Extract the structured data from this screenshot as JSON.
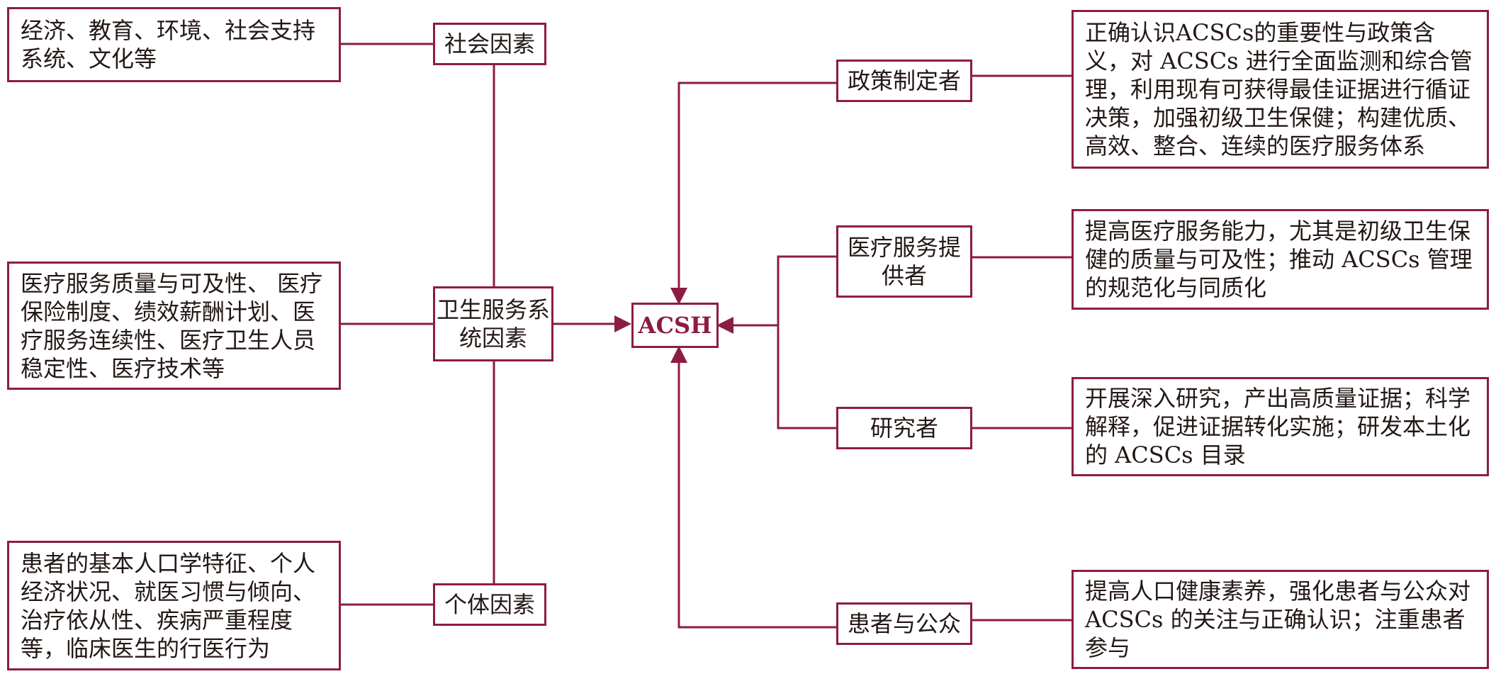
{
  "colors": {
    "accent": "#8c1d40",
    "text": "#231816",
    "background": "#ffffff"
  },
  "center": {
    "label": "ACSH"
  },
  "factors": {
    "social": {
      "label": "社会因素",
      "desc": "经济、教育、环境、社会支持系统、文化等"
    },
    "health_system": {
      "label": "卫生服务系统因素",
      "desc": "医疗服务质量与可及性、 医疗保险制度、绩效薪酬计划、医疗服务连续性、医疗卫生人员稳定性、医疗技术等"
    },
    "individual": {
      "label": "个体因素",
      "desc": "患者的基本人口学特征、个人经济状况、就医习惯与倾向、治疗依从性、疾病严重程度等，临床医生的行医行为"
    }
  },
  "actors": {
    "policy_makers": {
      "label": "政策制定者",
      "desc": "正确认识ACSCs的重要性与政策含义，对 ACSCs 进行全面监测和综合管理，利用现有可获得最佳证据进行循证决策，加强初级卫生保健；构建优质、高效、整合、连续的医疗服务体系"
    },
    "providers": {
      "label": "医疗服务提供者",
      "desc": "提高医疗服务能力，尤其是初级卫生保健的质量与可及性；推动 ACSCs 管理的规范化与同质化"
    },
    "researchers": {
      "label": "研究者",
      "desc": "开展深入研究，产出高质量证据；科学解释，促进证据转化实施；研发本土化的 ACSCs 目录"
    },
    "patients_public": {
      "label": "患者与公众",
      "desc": "提高人口健康素养，强化患者与公众对 ACSCs 的关注与正确认识；注重患者参与"
    }
  }
}
